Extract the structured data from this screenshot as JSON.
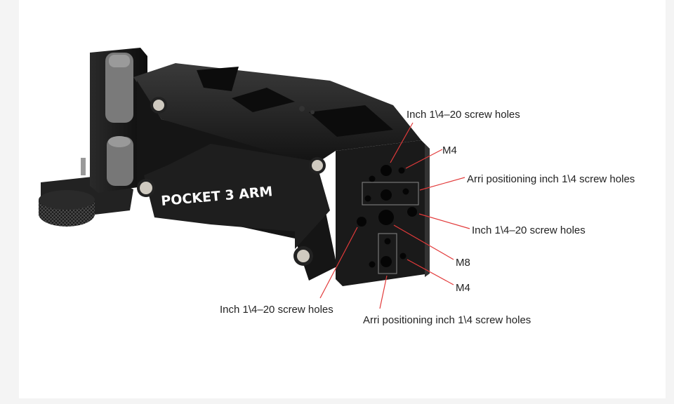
{
  "product": {
    "name": "POCKET 3 ARM"
  },
  "annotations": [
    {
      "id": "top-inch",
      "text": "Inch 1\\4–20 screw holes"
    },
    {
      "id": "top-m4",
      "text": "M4"
    },
    {
      "id": "arri-horizontal",
      "text": "Arri positioning inch 1\\4 screw holes"
    },
    {
      "id": "right-inch",
      "text": "Inch 1\\4–20 screw holes"
    },
    {
      "id": "m8",
      "text": "M8"
    },
    {
      "id": "bottom-m4",
      "text": "M4"
    },
    {
      "id": "left-inch",
      "text": "Inch 1\\4–20 screw holes"
    },
    {
      "id": "arri-vertical",
      "text": "Arri positioning inch 1\\4 screw holes"
    }
  ],
  "colors": {
    "arrow": "#e23a3a",
    "body": "#1c1c1c",
    "text": "#222222"
  }
}
